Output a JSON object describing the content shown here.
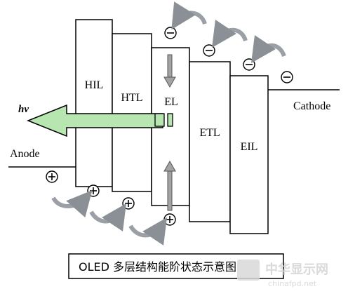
{
  "diagram": {
    "layers": [
      {
        "id": "hil",
        "label": "HIL"
      },
      {
        "id": "htl",
        "label": "HTL"
      },
      {
        "id": "el",
        "label": "EL"
      },
      {
        "id": "etl",
        "label": "ETL"
      },
      {
        "id": "eil",
        "label": "EIL"
      }
    ],
    "labels": {
      "anode": "Anode",
      "cathode": "Cathode",
      "photon": "hv"
    },
    "caption": "OLED 多层结构能阶状态示意图",
    "watermark": {
      "brand": "中华显示网",
      "url": "chinafpd.net"
    },
    "colors": {
      "arrow_green": "#b8e6b0",
      "curve_gray": "#9aa0a6",
      "line": "#000000",
      "watermark": "#d9d9d9"
    }
  }
}
